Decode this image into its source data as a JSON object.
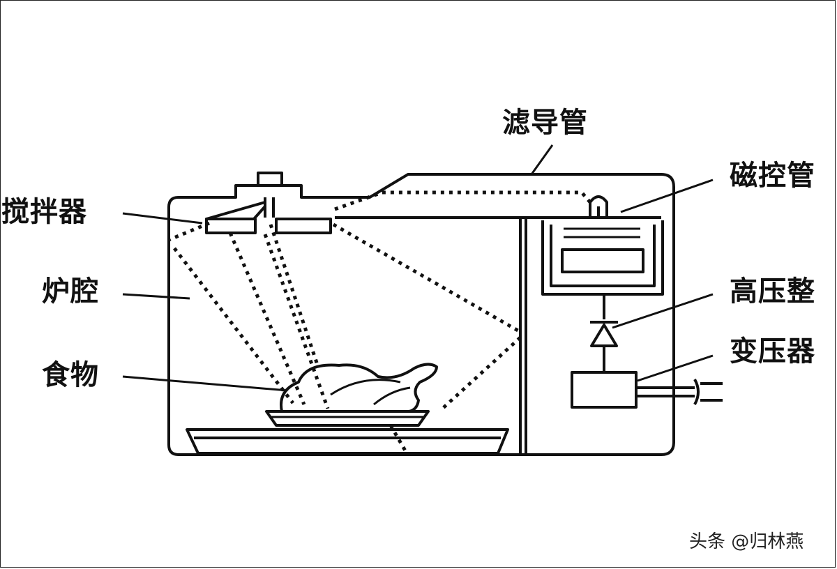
{
  "labels": {
    "waveguide": "滤导管",
    "magnetron": "磁控管",
    "stirrer": "搅拌器",
    "cavity": "炉腔",
    "rectifier": "高压整",
    "transformer": "变压器",
    "food": "食物"
  },
  "watermark": "头条 @归林燕",
  "colors": {
    "line": "#111111",
    "background": "#ffffff"
  }
}
